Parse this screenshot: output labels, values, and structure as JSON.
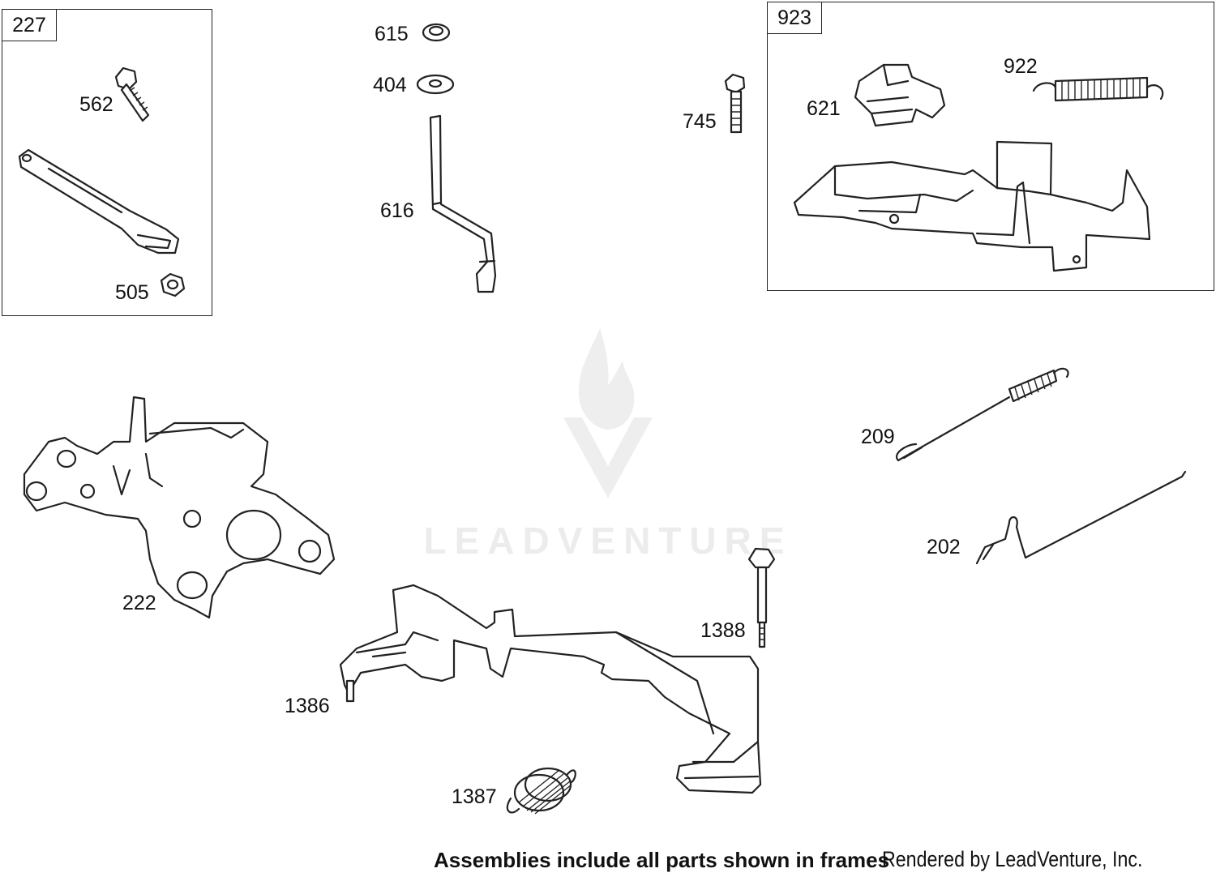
{
  "frames": [
    {
      "id": "227",
      "label": "227"
    },
    {
      "id": "923",
      "label": "923"
    }
  ],
  "callouts": {
    "c562": "562",
    "c505": "505",
    "c615": "615",
    "c404": "404",
    "c616": "616",
    "c745": "745",
    "c621": "621",
    "c922": "922",
    "c209": "209",
    "c202": "202",
    "c222": "222",
    "c1388": "1388",
    "c1386": "1386",
    "c1387": "1387"
  },
  "watermark": {
    "text": "LEADVENTURE",
    "icon": "leadventure-flame-logo"
  },
  "footer": {
    "note": "Assemblies include all parts shown in frames",
    "credit": "Rendered by LeadVenture, Inc."
  }
}
